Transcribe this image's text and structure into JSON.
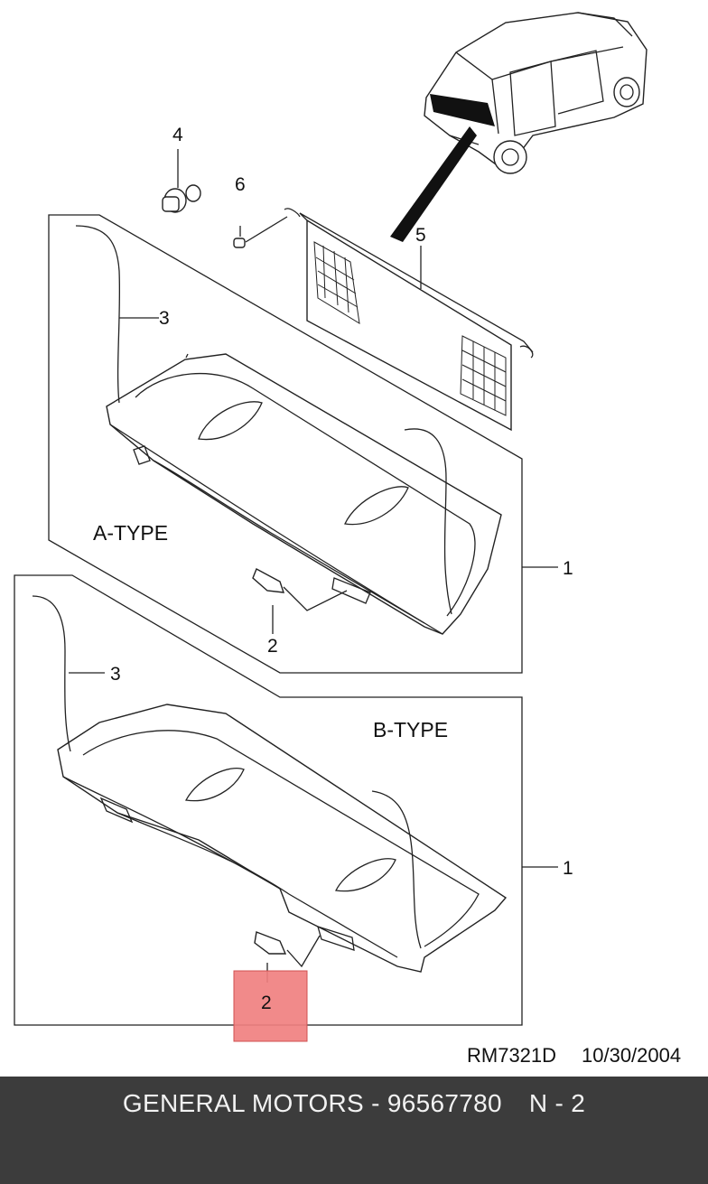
{
  "diagram": {
    "type_labels": {
      "a_type": "A-TYPE",
      "b_type": "B-TYPE"
    },
    "callouts": {
      "a1": "1",
      "a2": "2",
      "a3": "3",
      "a4": "4",
      "a5": "5",
      "a6": "6",
      "b1": "1",
      "b2": "2",
      "b3": "3"
    },
    "reference": {
      "code": "RM7321D",
      "date": "10/30/2004"
    },
    "highlight_color": "#f08080"
  },
  "footer": {
    "manufacturer": "GENERAL MOTORS",
    "dash": "-",
    "part_number": "96567780",
    "page": "N - 2"
  }
}
